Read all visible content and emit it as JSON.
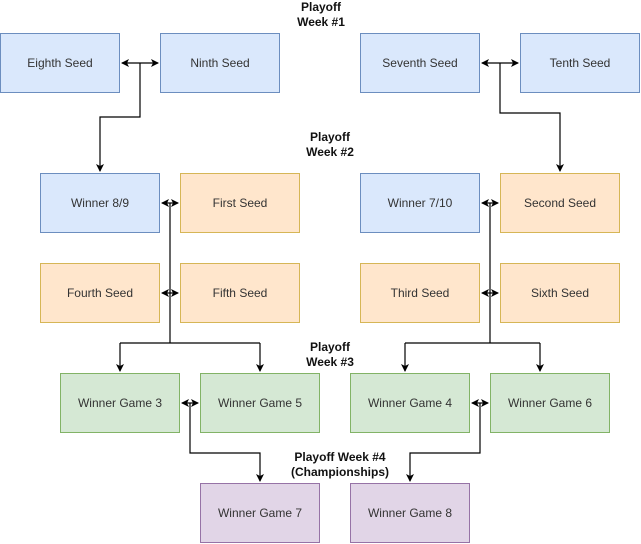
{
  "week_labels": {
    "week1": "Playoff\nWeek #1",
    "week2": "Playoff\nWeek #2",
    "week3": "Playoff\nWeek #3",
    "week4": "Playoff Week #4\n(Championships)"
  },
  "boxes": {
    "eighth_seed": "Eighth Seed",
    "ninth_seed": "Ninth Seed",
    "seventh_seed": "Seventh Seed",
    "tenth_seed": "Tenth Seed",
    "winner_8_9": "Winner 8/9",
    "first_seed": "First Seed",
    "winner_7_10": "Winner 7/10",
    "second_seed": "Second Seed",
    "fourth_seed": "Fourth Seed",
    "fifth_seed": "Fifth Seed",
    "third_seed": "Third Seed",
    "sixth_seed": "Sixth Seed",
    "winner_game_3": "Winner Game 3",
    "winner_game_5": "Winner Game 5",
    "winner_game_4": "Winner Game 4",
    "winner_game_6": "Winner Game 6",
    "winner_game_7": "Winner Game 7",
    "winner_game_8": "Winner Game 8"
  },
  "colors": {
    "wildcard_fill": "#dae8fc",
    "wildcard_stroke": "#6c8ebf",
    "seed_fill": "#ffe6cc",
    "seed_stroke": "#d6b656",
    "week3_fill": "#d5e8d4",
    "week3_stroke": "#82b366",
    "final_fill": "#e1d5e7",
    "final_stroke": "#9673a6",
    "connector": "#000000"
  }
}
